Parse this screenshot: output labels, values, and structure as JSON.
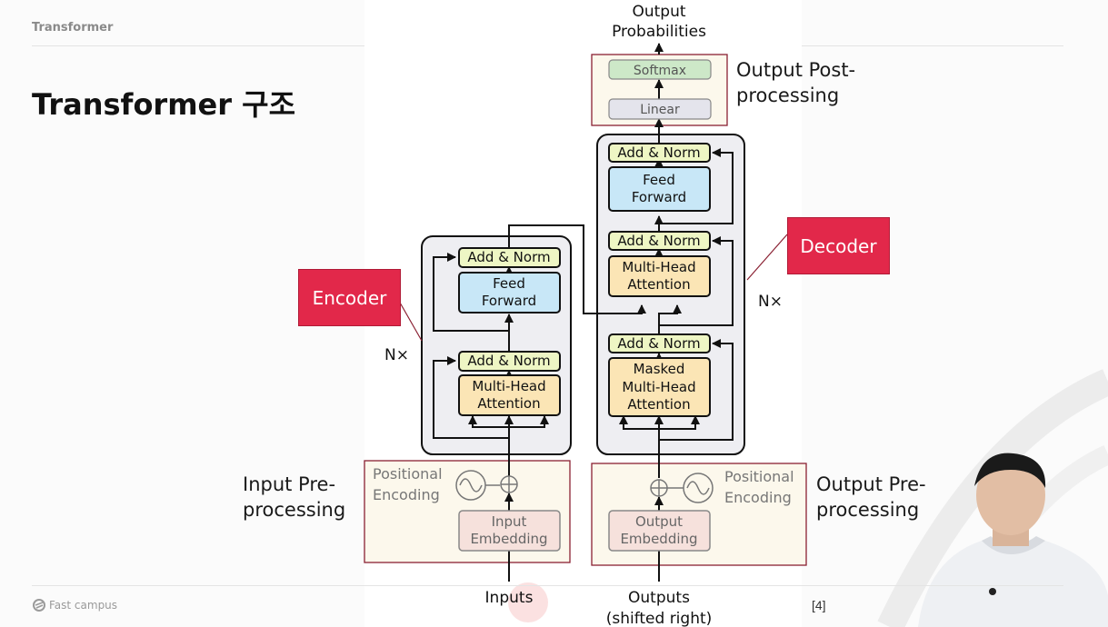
{
  "slide": {
    "header": "Transformer",
    "title": "Transformer 구조",
    "footer_brand": "Fast campus",
    "page_ref": "[4]"
  },
  "annotations": {
    "input_pre": [
      "Input Pre-",
      "processing"
    ],
    "output_pre": [
      "Output Pre-",
      "processing"
    ],
    "output_post": [
      "Output Post-",
      "processing"
    ],
    "encoder_tag": "Encoder",
    "decoder_tag": "Decoder"
  },
  "diagram": {
    "output_probabilities": [
      "Output",
      "Probabilities"
    ],
    "softmax": "Softmax",
    "linear": "Linear",
    "add_norm": "Add & Norm",
    "feed_forward": [
      "Feed",
      "Forward"
    ],
    "multi_head_attention": [
      "Multi-Head",
      "Attention"
    ],
    "masked_multi_head_attention": [
      "Masked",
      "Multi-Head",
      "Attention"
    ],
    "positional_encoding": [
      "Positional",
      "Encoding"
    ],
    "input_embedding": [
      "Input",
      "Embedding"
    ],
    "output_embedding": [
      "Output",
      "Embedding"
    ],
    "inputs": "Inputs",
    "outputs": [
      "Outputs",
      "(shifted right)"
    ],
    "nx": "N×"
  },
  "colors": {
    "accent_red": "#e2284a",
    "add_norm_fill": "#eef6c4",
    "feed_forward_fill": "#c8e7f7",
    "attention_fill": "#fbe5b5",
    "embedding_fill": "#f6e1dc",
    "softmax_fill": "#cde8c8",
    "linear_fill": "#e4e4ec",
    "pre_processing_fill": "#fcf8ec"
  }
}
